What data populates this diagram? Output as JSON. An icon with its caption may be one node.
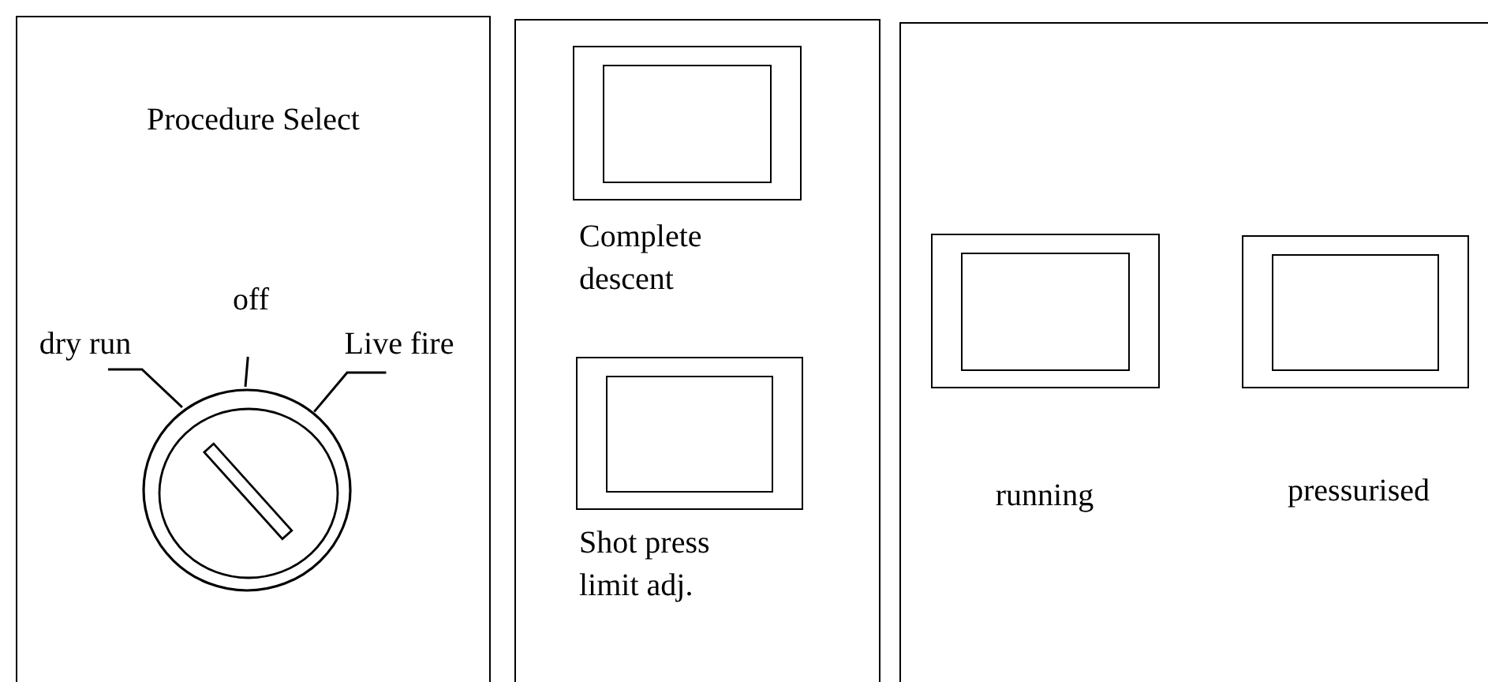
{
  "diagram": {
    "nodes": [
      {
        "text": [
          "Procedure Select"
        ]
      },
      {
        "text": [],
        "shape": "box"
      },
      {
        "text": [],
        "shape": "box"
      },
      {
        "text": [
          "dry run"
        ],
        "in": 0
      },
      {
        "text": [
          "off"
        ],
        "in": 0
      },
      {
        "text": [
          "Live fire"
        ],
        "in": 0
      },
      {
        "text": [],
        "shape": "circle",
        "in": 0
      },
      {
        "text": [],
        "shape": "box",
        "in": 1,
        "beside": [
          "Complete descent"
        ]
      },
      {
        "text": [],
        "shape": "box",
        "in": 1,
        "beside": [
          "Shot press limit adj."
        ]
      },
      {
        "text": [],
        "shape": "box",
        "in": 2,
        "beside": [
          "running"
        ]
      },
      {
        "text": [],
        "shape": "box",
        "in": 2,
        "beside": [
          "pressurised"
        ]
      }
    ],
    "edges": [
      {
        "from": 3,
        "to": 6,
        "arrow": "none"
      },
      {
        "from": 4,
        "to": 6,
        "arrow": "none"
      },
      {
        "from": 5,
        "to": 6,
        "arrow": "none"
      }
    ]
  }
}
